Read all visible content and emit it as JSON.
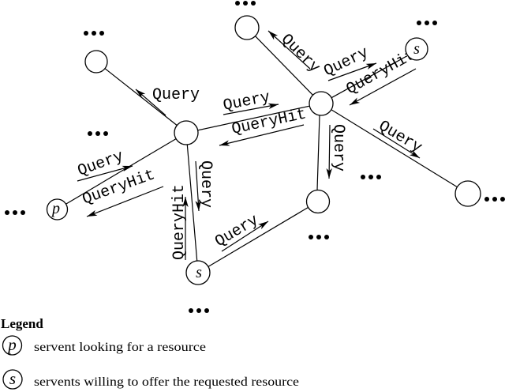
{
  "diagram": {
    "type": "p2p-query-flooding-network",
    "nodes": {
      "servent_p": {
        "label": "p"
      },
      "servent_s_right": {
        "label": "s"
      },
      "servent_s_bottom": {
        "label": "s"
      }
    },
    "flows": [
      {
        "label": "Query",
        "from": "hub-left",
        "to": "node-top-left"
      },
      {
        "label": "Query",
        "from": "servent-p",
        "to": "hub-left"
      },
      {
        "label": "QueryHit",
        "from": "hub-left",
        "to": "servent-p"
      },
      {
        "label": "Query",
        "from": "hub-left",
        "to": "hub-right"
      },
      {
        "label": "QueryHit",
        "from": "hub-right",
        "to": "hub-left"
      },
      {
        "label": "QueryHit",
        "from": "servent-s-bottom",
        "to": "hub-left"
      },
      {
        "label": "Query",
        "from": "hub-left",
        "to": "servent-s-bottom"
      },
      {
        "label": "Query",
        "from": "hub-right",
        "to": "node-top-center"
      },
      {
        "label": "Query",
        "from": "hub-right",
        "to": "servent-s-right"
      },
      {
        "label": "QueryHit",
        "from": "servent-s-right",
        "to": "hub-right"
      },
      {
        "label": "Query",
        "from": "hub-right",
        "to": "node-far-right"
      },
      {
        "label": "Query",
        "from": "hub-right",
        "to": "node-center"
      },
      {
        "label": "Query",
        "from": "servent-s-bottom",
        "to": "node-center"
      }
    ],
    "icons": {
      "ellipsis": "three-dots-continuation",
      "arrowhead": "filled-stealth-arrow"
    },
    "colors": {
      "ink": "#000000",
      "background": "#ffffff"
    }
  },
  "legend": {
    "title": "Legend",
    "items": [
      {
        "symbol": "p",
        "text": "servent looking for a resource"
      },
      {
        "symbol": "s",
        "text": "servents willing to offer the requested resource"
      }
    ]
  }
}
